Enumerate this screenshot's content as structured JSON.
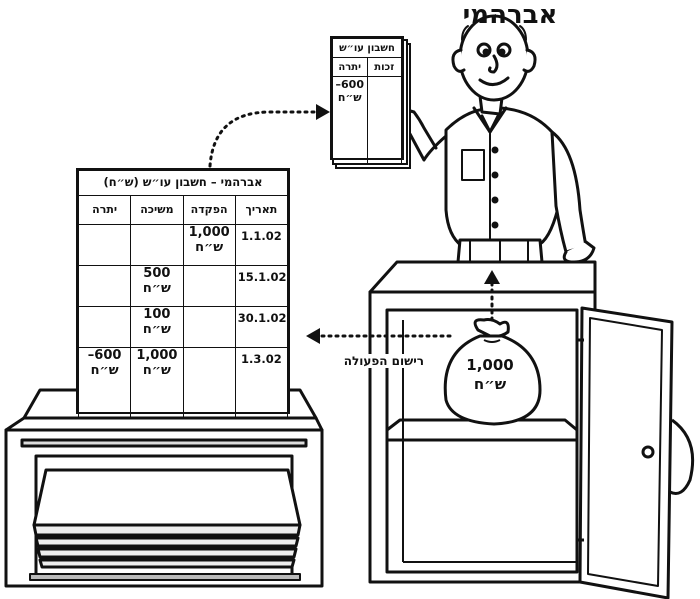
{
  "character_name": "אברהמי",
  "ledger": {
    "caption": "אברהמי – חשבון עו״ש (ש״ח)",
    "columns": [
      "תאריך",
      "הפקדה",
      "משיכה",
      "יתרה"
    ],
    "rows": [
      {
        "date": "1.1.02",
        "deposit": "1,000",
        "deposit_unit": "ש״ח",
        "withdrawal": "",
        "withdrawal_unit": "",
        "balance": "",
        "balance_unit": ""
      },
      {
        "date": "15.1.02",
        "deposit": "",
        "deposit_unit": "",
        "withdrawal": "500",
        "withdrawal_unit": "ש״ח",
        "balance": "",
        "balance_unit": ""
      },
      {
        "date": "30.1.02",
        "deposit": "",
        "deposit_unit": "",
        "withdrawal": "100",
        "withdrawal_unit": "ש״ח",
        "balance": "",
        "balance_unit": ""
      },
      {
        "date": "1.3.02",
        "deposit": "",
        "deposit_unit": "",
        "withdrawal": "1,000",
        "withdrawal_unit": "ש״ח",
        "balance": "600–",
        "balance_unit": "ש״ח"
      }
    ]
  },
  "card": {
    "caption": "חשבון עו״ש",
    "columns": [
      "זכות",
      "יתרה"
    ],
    "balance": "600–",
    "balance_unit": "ש״ח"
  },
  "action_label": "רישום הפעולה",
  "bag": {
    "amount": "1,000",
    "unit": "ש״ח"
  }
}
